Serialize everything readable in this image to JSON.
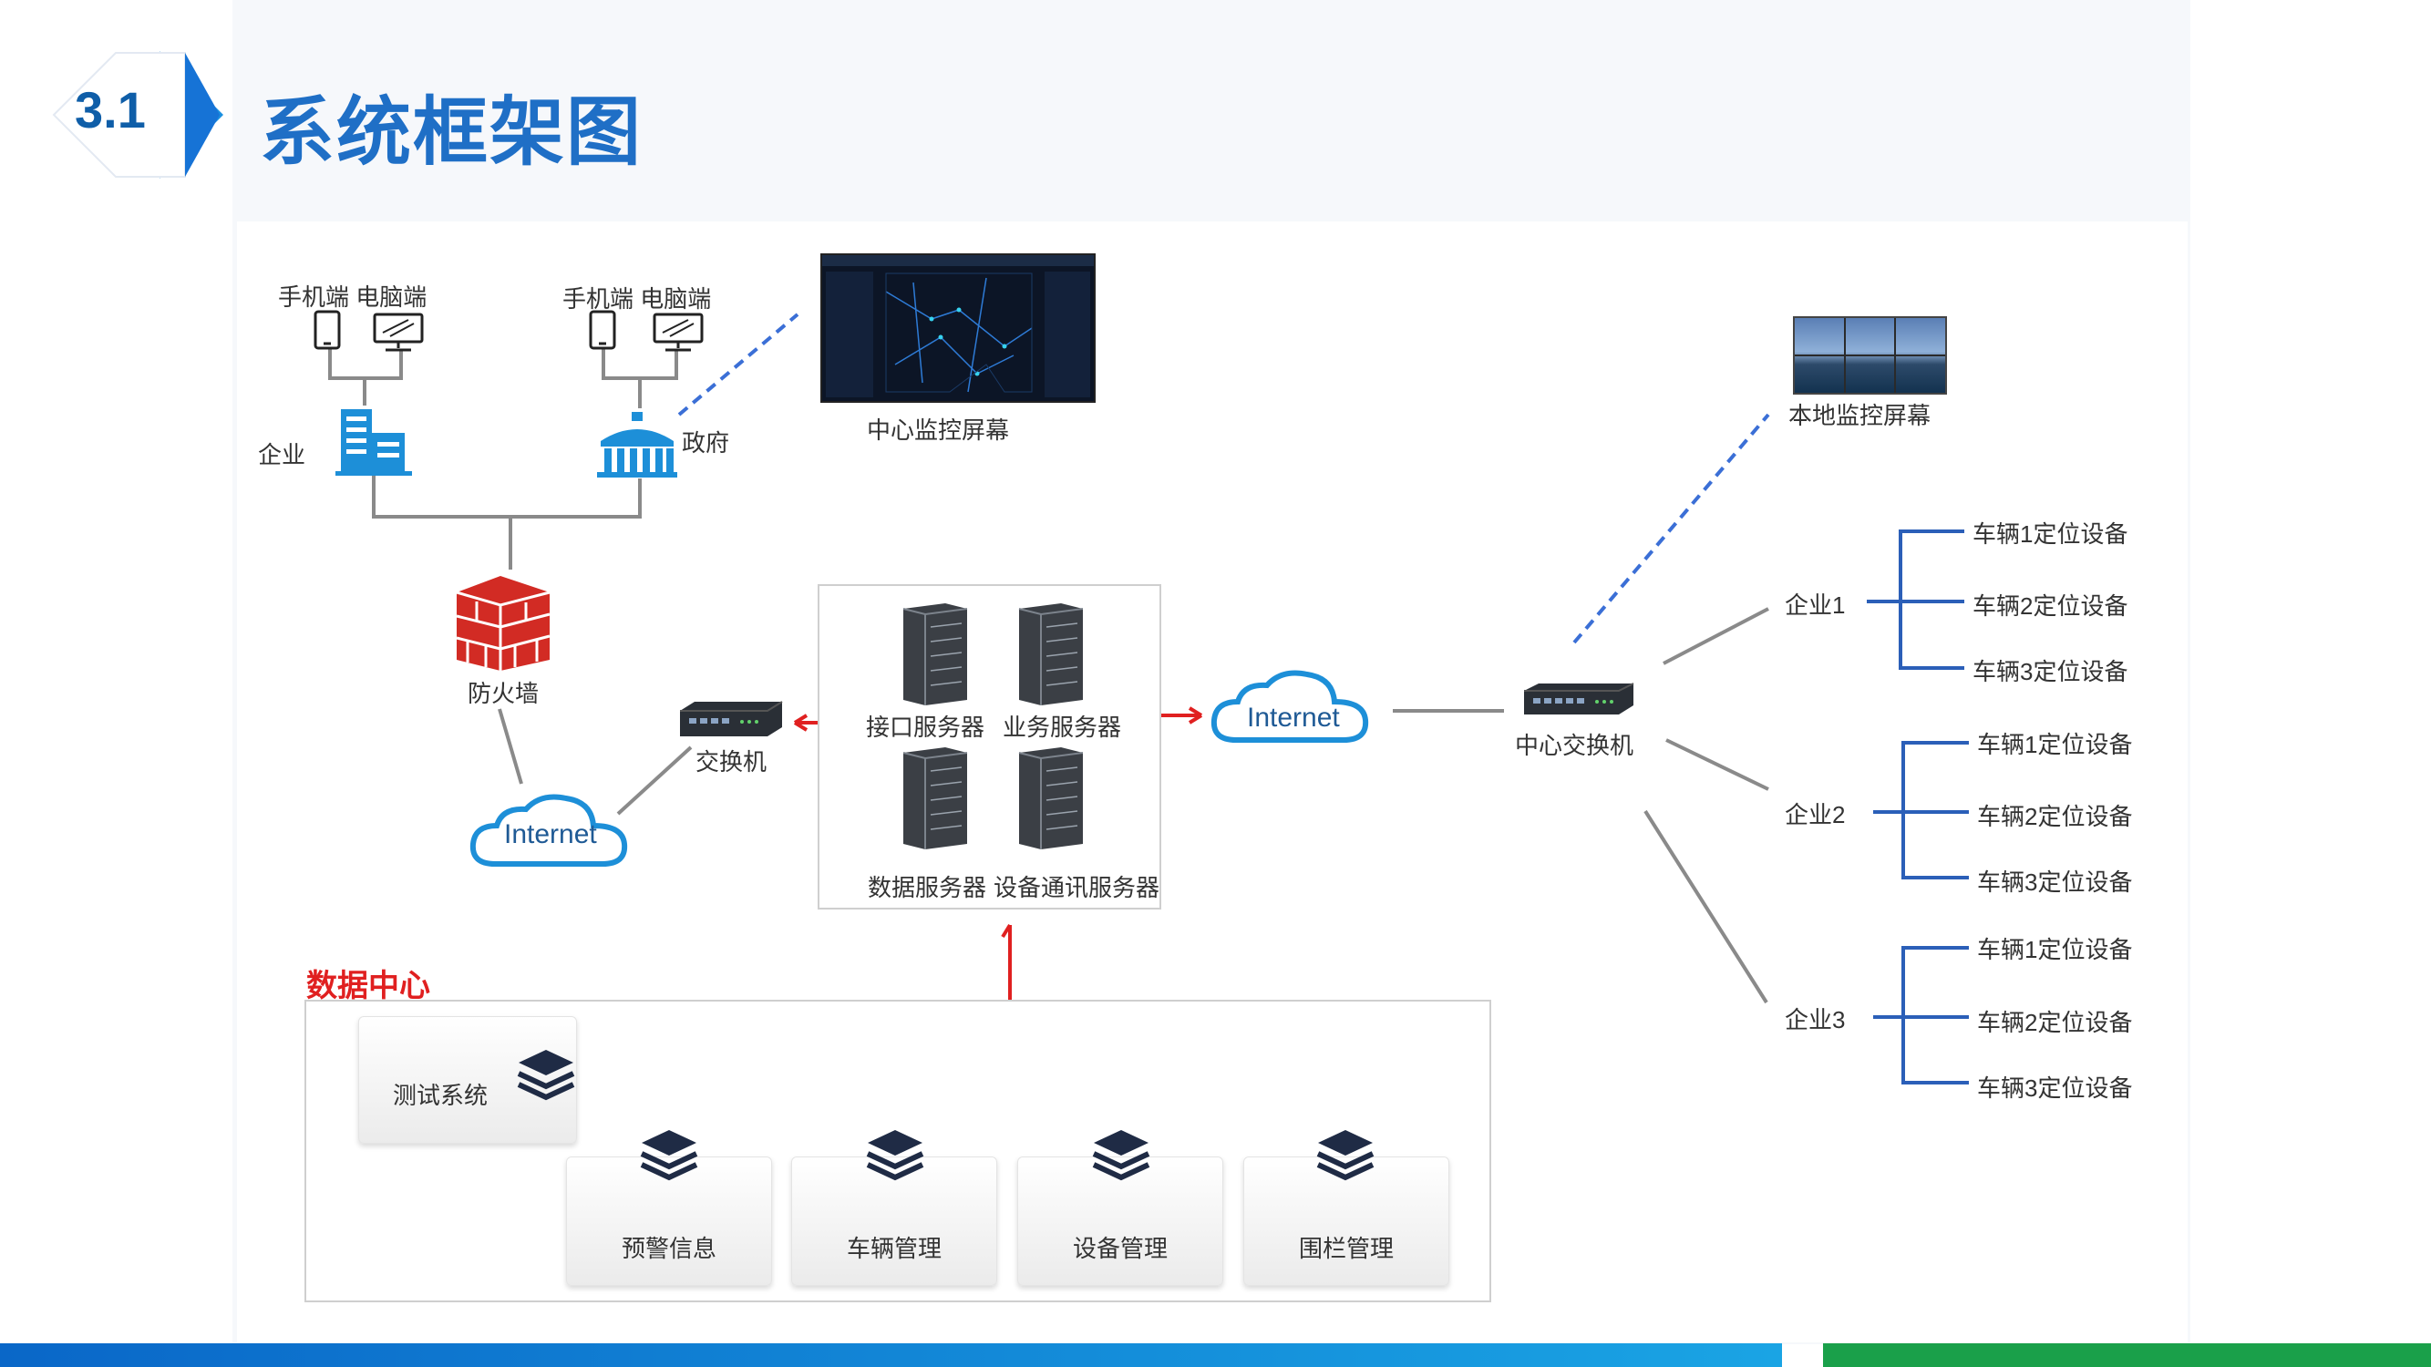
{
  "header": {
    "section_number": "3.1",
    "title": "系统框架图"
  },
  "clients": {
    "group1_label": "手机端 电脑端",
    "group2_label": "手机端 电脑端",
    "enterprise_label": "企业",
    "government_label": "政府"
  },
  "network": {
    "firewall_label": "防火墙",
    "switch_label": "交换机",
    "internet_left": "Internet",
    "internet_right": "Internet",
    "center_switch_label": "中心交换机"
  },
  "monitors": {
    "center_screen_label": "中心监控屏幕",
    "local_screen_label": "本地监控屏幕"
  },
  "servers": [
    "接口服务器",
    "业务服务器",
    "数据服务器",
    "设备通讯服务器"
  ],
  "data_center": {
    "title": "数据中心",
    "test_system": "测试系统",
    "modules": [
      "预警信息",
      "车辆管理",
      "设备管理",
      "围栏管理"
    ]
  },
  "enterprises": [
    {
      "name": "企业1",
      "devices": [
        "车辆1定位设备",
        "车辆2定位设备",
        "车辆3定位设备"
      ]
    },
    {
      "name": "企业2",
      "devices": [
        "车辆1定位设备",
        "车辆2定位设备",
        "车辆3定位设备"
      ]
    },
    {
      "name": "企业3",
      "devices": [
        "车辆1定位设备",
        "车辆2定位设备",
        "车辆3定位设备"
      ]
    }
  ],
  "colors": {
    "title_blue": "#1f6fc6",
    "icon_blue": "#1d8fd8",
    "tree_blue": "#2b5fb8",
    "link_red": "#e02020",
    "link_grey": "#8a8a8a",
    "dashed_blue": "#3b6fd6",
    "bar_blue": "#0a67c8",
    "bar_green": "#1aa04a"
  }
}
